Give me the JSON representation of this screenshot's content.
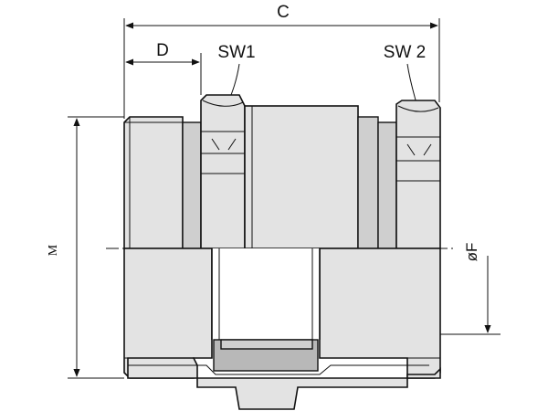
{
  "labels": {
    "c": "C",
    "d": "D",
    "sw1": "SW1",
    "sw2": "SW 2",
    "m": "M",
    "f": "øF"
  }
}
